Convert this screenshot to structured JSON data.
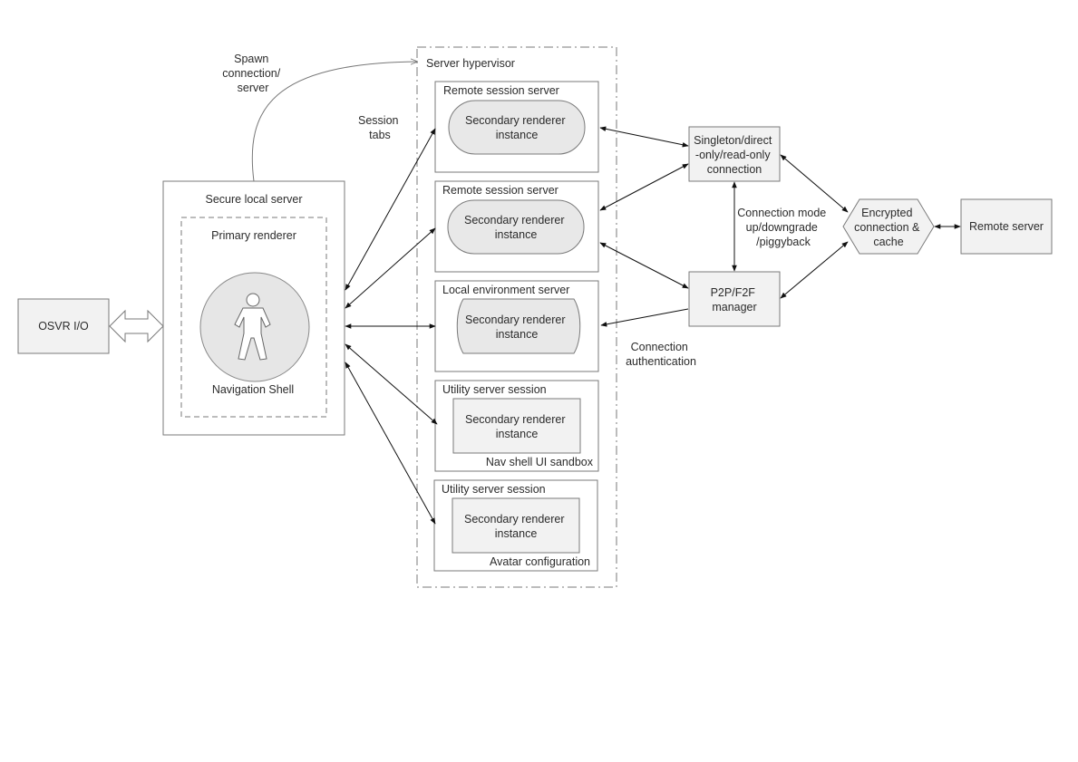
{
  "nodes": {
    "osvr": "OSVR I/O",
    "secure_local_server": "Secure local server",
    "primary_renderer": "Primary renderer",
    "navigation_shell": "Navigation Shell",
    "spawn": [
      "Spawn",
      "connection/",
      "server"
    ],
    "session_tabs": [
      "Session",
      "tabs"
    ],
    "server_hypervisor": "Server hypervisor",
    "remote_session_1": "Remote session server",
    "remote_session_2": "Remote session server",
    "local_env": "Local environment server",
    "utility_1": "Utility server session",
    "utility_1_caption": "Nav shell UI sandbox",
    "utility_2": "Utility server session",
    "utility_2_caption": "Avatar configuration",
    "secondary_renderer": [
      "Secondary renderer",
      "instance"
    ],
    "singleton": [
      "Singleton/direct",
      "-only/read-only",
      "connection"
    ],
    "connection_mode": [
      "Connection mode",
      "up/downgrade",
      "/piggyback"
    ],
    "p2p": [
      "P2P/F2F",
      "manager"
    ],
    "connection_auth": [
      "Connection",
      "authentication"
    ],
    "encrypted": [
      "Encrypted",
      "connection &",
      "cache"
    ],
    "remote_server": "Remote server"
  }
}
